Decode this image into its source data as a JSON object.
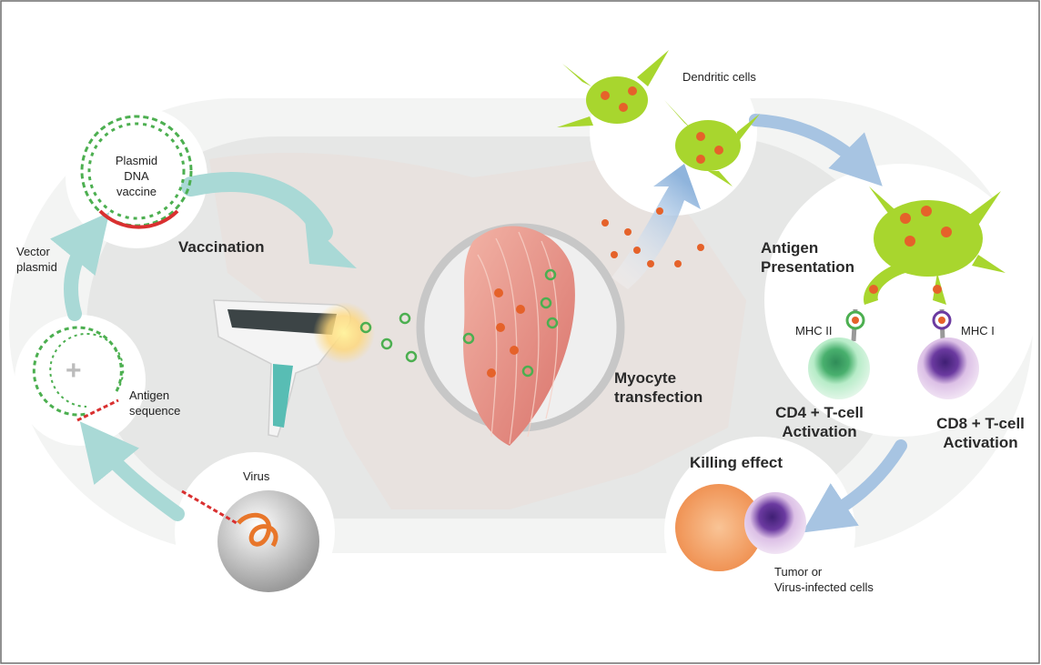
{
  "labels": {
    "plasmid": [
      "Plasmid",
      "DNA",
      "vaccine"
    ],
    "vector_plasmid": [
      "Vector",
      "plasmid"
    ],
    "antigen_sequence": [
      "Antigen",
      "sequence"
    ],
    "virus": "Virus",
    "vaccination": "Vaccination",
    "myocyte": [
      "Myocyte",
      "transfection"
    ],
    "dendritic": "Dendritic cells",
    "antigen_presentation": [
      "Antigen",
      "Presentation"
    ],
    "mhc2": "MHC II",
    "mhc1": "MHC I",
    "cd4": [
      "CD4 + T-cell",
      "Activation"
    ],
    "cd8": [
      "CD8 + T-cell",
      "Activation"
    ],
    "killing": "Killing effect",
    "tumor": [
      "Tumor or",
      "Virus-infected cells"
    ]
  },
  "colors": {
    "dna_green": "#4caf50",
    "dna_red": "#d93030",
    "arrow_teal": "#a9d9d6",
    "arrow_blue": "#a7c4e2",
    "dendritic_green": "#a8d62e",
    "antigen_orange": "#e5622a",
    "cd4_green": "#7fd19b",
    "cd8_purple": "#b27cc4",
    "tumor_orange": "#f2a15a"
  }
}
